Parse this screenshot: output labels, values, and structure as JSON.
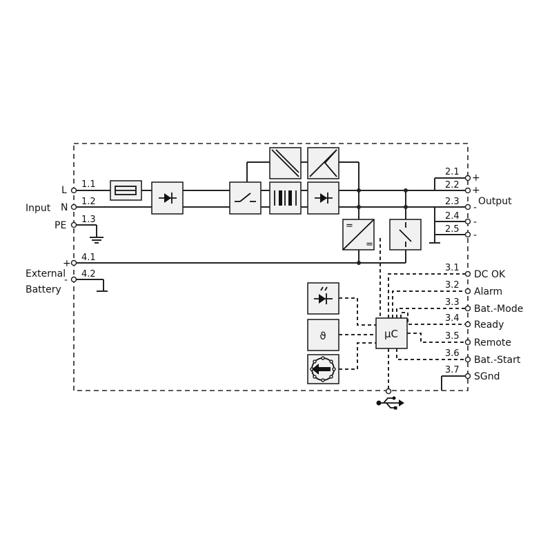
{
  "input": {
    "title": "Input",
    "l": "L",
    "n": "N",
    "pe": "PE",
    "t11": "1.1",
    "t12": "1.2",
    "t13": "1.3"
  },
  "battery": {
    "title_line1": "External",
    "title_line2": "Battery",
    "plus": "+",
    "minus": "-",
    "t41": "4.1",
    "t42": "4.2"
  },
  "output": {
    "title": "Output",
    "terminals": [
      {
        "num": "2.1",
        "sign": "+"
      },
      {
        "num": "2.2",
        "sign": "+"
      },
      {
        "num": "2.3",
        "sign": "-"
      },
      {
        "num": "2.4",
        "sign": "-"
      },
      {
        "num": "2.5",
        "sign": "-"
      }
    ]
  },
  "signals": [
    {
      "num": "3.1",
      "label": "DC OK"
    },
    {
      "num": "3.2",
      "label": "Alarm"
    },
    {
      "num": "3.3",
      "label": "Bat.-Mode"
    },
    {
      "num": "3.4",
      "label": "Ready"
    },
    {
      "num": "3.5",
      "label": "Remote"
    },
    {
      "num": "3.6",
      "label": "Bat.-Start"
    },
    {
      "num": "3.7",
      "label": "SGnd"
    }
  ],
  "blocks": {
    "mcu_label": "µC",
    "temp_symbol": "ϑ",
    "dcdc_mark_in": "=",
    "dcdc_mark_out": "="
  },
  "icons": {
    "usb": "usb-icon"
  }
}
